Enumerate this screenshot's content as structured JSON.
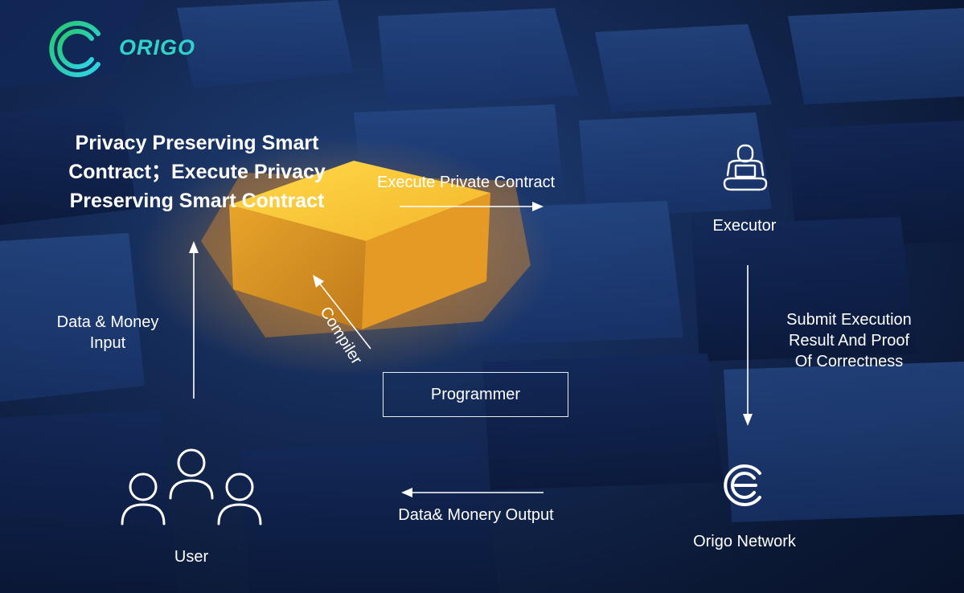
{
  "logo": {
    "text": "ORIGO"
  },
  "title": {
    "line1": "Privacy Preserving Smart",
    "line2": "Contract；Execute Privacy",
    "line3": "Preserving Smart Contract"
  },
  "labels": {
    "execute_private_contract": "Execute Private Contract",
    "executor": "Executor",
    "submit_line1": "Submit Execution",
    "submit_line2": "Result And Proof",
    "submit_line3": "Of Correctness",
    "origo_network": "Origo Network",
    "data_output": "Data& Monery Output",
    "user": "User",
    "data_input_line1": "Data & Money",
    "data_input_line2": "Input",
    "programmer": "Programmer",
    "compiler": "Compiler"
  },
  "colors": {
    "accent_cyan": "#2fd3c9",
    "accent_green": "#27c86a",
    "highlight_cube": "#f2b431",
    "background": "#142a55",
    "line": "#ffffff"
  },
  "icons": {
    "executor": "person-with-laptop-icon",
    "network": "origo-network-icon",
    "user": "users-group-icon",
    "logo": "origo-logo-icon"
  }
}
